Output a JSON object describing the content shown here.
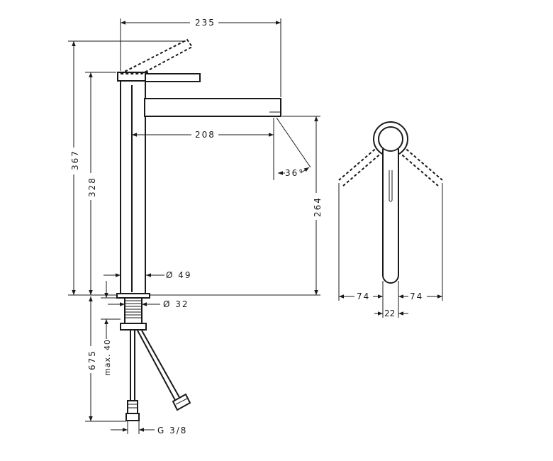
{
  "dimensions": {
    "overall_length": "235",
    "total_height": "367",
    "body_height": "328",
    "spout_reach": "208",
    "spout_angle": "36°",
    "spout_height": "264",
    "body_diameter": "Ø 49",
    "thread_diameter": "Ø 32",
    "mount_length": "675",
    "max_thickness": "max. 40",
    "connection": "G 3/8",
    "swivel_left": "74",
    "swivel_right": "74",
    "handle_width": "22"
  }
}
